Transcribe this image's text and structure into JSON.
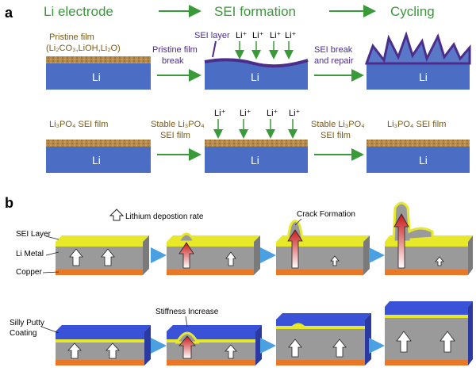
{
  "panel_a": {
    "label": "a",
    "header": {
      "col1": "Li electrode",
      "col2": "SEI formation",
      "col3": "Cycling"
    },
    "row1": {
      "pristine_film_title": "Pristine film",
      "pristine_film_formula": "(Li₂CO₃,LiOH,Li₂O)",
      "arrow1_label_line1": "Pristine film",
      "arrow1_label_line2": "break",
      "sei_layer": "SEI layer",
      "li_ion": "Li⁺",
      "arrow2_label_line1": "SEI break",
      "arrow2_label_line2": "and repair",
      "li_metal": "Li"
    },
    "row2": {
      "film_left": "Li₃PO₄ SEI film",
      "arrow1_line1": "Stable Li₃PO₄",
      "arrow1_line2": "SEI film",
      "arrow2_line1": "Stable Li₃PO₄",
      "arrow2_line2": "SEI film",
      "film_right": "Li₃PO₄ SEI film",
      "li_metal": "Li"
    }
  },
  "panel_b": {
    "label": "b",
    "legend": "Lithium depostion rate",
    "row1_labels": {
      "sei": "SEI Layer",
      "li": "Li Metal",
      "copper": "Copper",
      "crack": "Crack Formation"
    },
    "row2_labels": {
      "coating_line1": "Silly Putty",
      "coating_line2": "Coating",
      "stiffness": "Stiffness Increase"
    },
    "colors": {
      "sei": "#e8e82a",
      "li_metal": "#9a9a9a",
      "copper": "#e87828",
      "putty": "#3a52d8",
      "arrow_red": "#c81818",
      "process_arrow": "#4aa0e0"
    }
  }
}
